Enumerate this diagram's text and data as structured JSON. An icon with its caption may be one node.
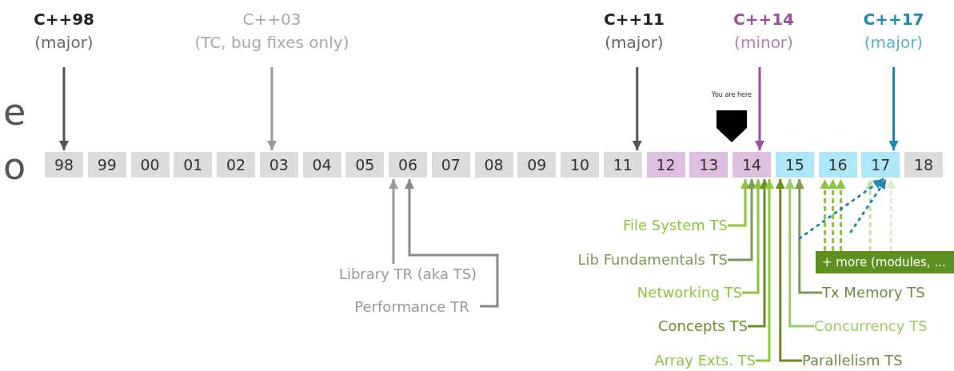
{
  "diagram": {
    "nodes": [
      {
        "text": [
          "C++98",
          "(major)"
        ]
      },
      {
        "text": [
          "C++03",
          "(TC, bug fixes only)"
        ]
      },
      {
        "text": [
          "C++11",
          "(major)"
        ]
      },
      {
        "text": [
          "C++14",
          "(minor)"
        ]
      },
      {
        "text": [
          "C++17",
          "(major)"
        ]
      },
      {
        "text": [
          "You are here"
        ]
      },
      {
        "text": [
          "98"
        ]
      },
      {
        "text": [
          "99"
        ]
      },
      {
        "text": [
          "00"
        ]
      },
      {
        "text": [
          "01"
        ]
      },
      {
        "text": [
          "02"
        ]
      },
      {
        "text": [
          "03"
        ]
      },
      {
        "text": [
          "04"
        ]
      },
      {
        "text": [
          "05"
        ]
      },
      {
        "text": [
          "06"
        ]
      },
      {
        "text": [
          "07"
        ]
      },
      {
        "text": [
          "08"
        ]
      },
      {
        "text": [
          "09"
        ]
      },
      {
        "text": [
          "10"
        ]
      },
      {
        "text": [
          "11"
        ]
      },
      {
        "text": [
          "12"
        ]
      },
      {
        "text": [
          "13"
        ]
      },
      {
        "text": [
          "14"
        ]
      },
      {
        "text": [
          "15"
        ]
      },
      {
        "text": [
          "16"
        ]
      },
      {
        "text": [
          "17"
        ]
      },
      {
        "text": [
          "18"
        ]
      },
      {
        "text": [
          "Library TR (aka TS)"
        ]
      },
      {
        "text": [
          "Performance TR"
        ]
      },
      {
        "text": [
          "File System TS"
        ]
      },
      {
        "text": [
          "+ more (modules, ..."
        ]
      },
      {
        "text": [
          "Lib Fundamentals TS"
        ]
      },
      {
        "text": [
          "Networking TS"
        ]
      },
      {
        "text": [
          "Tx Memory TS"
        ]
      },
      {
        "text": [
          "Concepts TS"
        ]
      },
      {
        "text": [
          "Concurrency TS"
        ]
      },
      {
        "text": [
          "Array Exts. TS"
        ]
      },
      {
        "text": [
          "Parallelism TS"
        ]
      }
    ],
    "edges": [
      {
        "from": 0,
        "to": 6,
        "arrow": "to",
        "color": "#555555"
      },
      {
        "from": 1,
        "to": 11,
        "arrow": "to",
        "color": "#999999"
      },
      {
        "from": 2,
        "to": 19,
        "arrow": "to",
        "color": "#555555"
      },
      {
        "from": 3,
        "to": 22,
        "arrow": "to",
        "color": "#9b4f9b"
      },
      {
        "from": 4,
        "to": 25,
        "arrow": "to",
        "color": "#1e88b0"
      },
      {
        "from": 27,
        "to": 14,
        "arrow": "to",
        "color": "#999999"
      },
      {
        "from": 28,
        "to": 14,
        "arrow": "to",
        "color": "#888888"
      },
      {
        "from": 29,
        "to": 22,
        "arrow": "to",
        "color": "#8cc63f"
      },
      {
        "from": 31,
        "to": 22,
        "arrow": "to",
        "color": "#7f9a55"
      },
      {
        "from": 32,
        "to": 22,
        "arrow": "to",
        "color": "#8cc63f"
      },
      {
        "from": 34,
        "to": 22,
        "arrow": "to",
        "color": "#6b8e23"
      },
      {
        "from": 36,
        "to": 22,
        "arrow": "to",
        "color": "#8cc63f"
      },
      {
        "from": 37,
        "to": 23,
        "arrow": "to",
        "color": "#6b8e23"
      },
      {
        "from": 35,
        "to": 23,
        "arrow": "to",
        "color": "#9ccc65"
      },
      {
        "from": 33,
        "to": 23,
        "arrow": "to",
        "color": "#7f9a55"
      },
      {
        "from": 30,
        "to": 24,
        "arrow": "to",
        "style": "dashed",
        "color": "#8cc63f"
      },
      {
        "from": 30,
        "to": 24,
        "arrow": "to",
        "style": "dashed",
        "color": "#8cc63f"
      },
      {
        "from": 30,
        "to": 24,
        "arrow": "to",
        "style": "dashed",
        "color": "#8cc63f"
      },
      {
        "from": 30,
        "to": 25,
        "arrow": "to",
        "style": "dashed",
        "color": "#c5e1a5"
      },
      {
        "from": 30,
        "to": 25,
        "arrow": "to",
        "style": "dashed",
        "color": "#dcedc8"
      },
      {
        "from": null,
        "to": 25,
        "arrow": "to",
        "style": "dashed",
        "color": "#1e88b0"
      },
      {
        "from": null,
        "to": 25,
        "arrow": "to",
        "style": "dashed",
        "color": "#1e88b0"
      }
    ],
    "labels": [
      "e",
      "o"
    ]
  }
}
